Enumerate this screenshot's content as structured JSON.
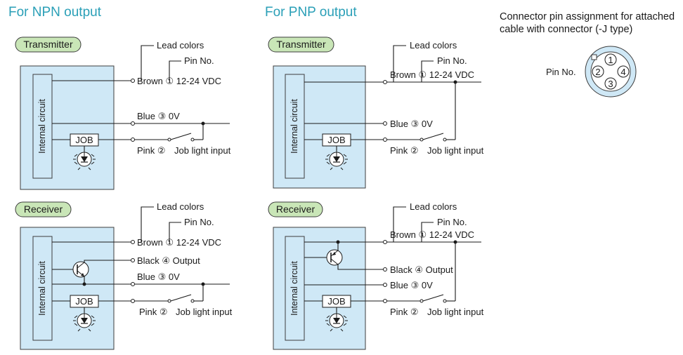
{
  "headings": {
    "npn": "For NPN output",
    "pnp": "For PNP output"
  },
  "connector": {
    "title": "Connector pin assignment for attached cable with connector (-J type)",
    "pin_label": "Pin No.",
    "pins": [
      "1",
      "2",
      "3",
      "4"
    ]
  },
  "labels": {
    "transmitter": "Transmitter",
    "receiver": "Receiver",
    "internal_circuit": "Internal circuit",
    "job": "JOB",
    "lead_colors": "Lead colors",
    "pin_no": "Pin No.",
    "brown": "Brown ① 12-24 VDC",
    "blue": "Blue ③ 0V",
    "pink": "Pink ②",
    "black": "Black ④ Output",
    "job_light_input": "Job light input"
  },
  "colors": {
    "heading": "#2a9fb7",
    "box_fill": "#cfe8f6",
    "pill_fill": "#c9e6b7"
  }
}
